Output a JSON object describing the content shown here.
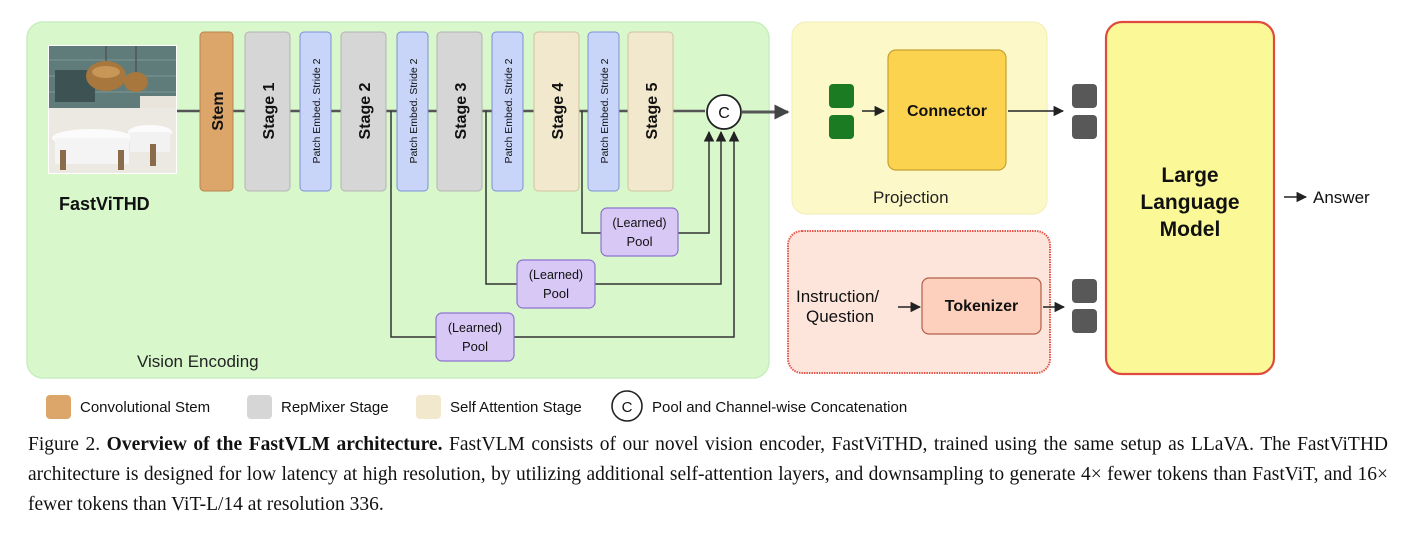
{
  "colors": {
    "vision_bg": "#d8f8cc",
    "vision_border": "#c8eec0",
    "projection_bg": "#fcf8c8",
    "instruction_bg": "#fde5dc",
    "instruction_border": "#e2574a",
    "llm_bg": "#fbf898",
    "llm_border": "#e04a3c",
    "conv_stem": "#dca66a",
    "repmixer": "#d6d6d6",
    "self_attention": "#f2e8cd",
    "patch_embed": "#c8d5f8",
    "patch_embed_border": "#7d8fd6",
    "pool": "#d7c8f6",
    "pool_border": "#8e73cf",
    "connector": "#fcd34f",
    "connector_border": "#c6a12e",
    "tokenizer": "#fcd0bc",
    "token_green": "#1a7b23",
    "token_gray": "#585858"
  },
  "icons": [
    "restaurant-photo",
    "concat-circle-icon",
    "arrow-right-icon"
  ],
  "input_label": "FastViTHD",
  "vision": {
    "label": "Vision Encoding",
    "blocks": {
      "stem": "Stem",
      "stage1": "Stage 1",
      "stage2": "Stage 2",
      "stage3": "Stage 3",
      "stage4": "Stage 4",
      "stage5": "Stage 5",
      "patch": "Patch Embed. Stride 2"
    },
    "pool_line1": "(Learned)",
    "pool_line2": "Pool",
    "concat_letter": "C"
  },
  "projection": {
    "label": "Projection",
    "connector": "Connector"
  },
  "instruction": {
    "line1": "Instruction/",
    "line2": "Question",
    "tokenizer": "Tokenizer"
  },
  "llm": {
    "line1": "Large",
    "line2": "Language",
    "line3": "Model"
  },
  "answer": "Answer",
  "legend": {
    "conv": "Convolutional Stem",
    "repmixer": "RepMixer Stage",
    "self_attention": "Self Attention Stage",
    "concat_letter": "C",
    "concat": "Pool and Channel-wise Concatenation"
  },
  "caption": {
    "prefix": "Figure 2.",
    "title": "Overview of the FastVLM architecture.",
    "body": "FastVLM consists of our novel vision encoder, FastViTHD, trained using the same setup as LLaVA. The FastViTHD architecture is designed for low latency at high resolution, by utilizing additional self-attention layers, and downsampling to generate 4× fewer tokens than FastViT, and 16× fewer tokens than ViT-L/14 at resolution 336."
  }
}
